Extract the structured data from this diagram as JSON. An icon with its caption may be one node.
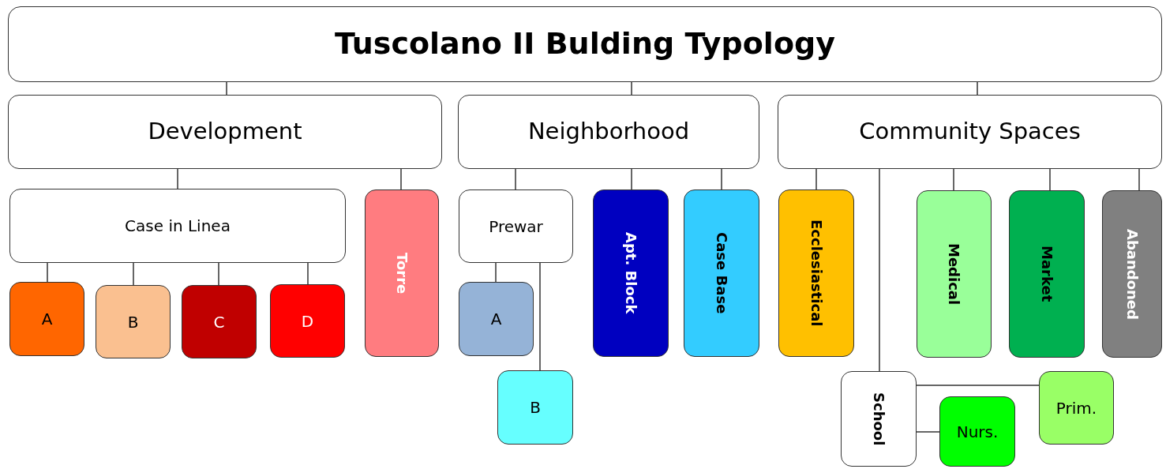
{
  "diagram": {
    "nodes": [
      {
        "text": [
          "Tuscolano II Bulding Typology"
        ]
      },
      {
        "text": [
          "Development"
        ]
      },
      {
        "text": [
          "Neighborhood"
        ]
      },
      {
        "text": [
          "Community Spaces"
        ]
      },
      {
        "text": [
          "Case in Linea"
        ]
      },
      {
        "text": [
          "A"
        ]
      },
      {
        "text": [
          "B"
        ]
      },
      {
        "text": [
          "C"
        ]
      },
      {
        "text": [
          "D"
        ]
      },
      {
        "text": [
          "Torre"
        ]
      },
      {
        "text": [
          "Prewar"
        ]
      },
      {
        "text": [
          "A"
        ]
      },
      {
        "text": [
          "B"
        ]
      },
      {
        "text": [
          "Apt. Block"
        ]
      },
      {
        "text": [
          "Case Base"
        ]
      },
      {
        "text": [
          "Ecclesiastical"
        ]
      },
      {
        "text": [
          "School"
        ]
      },
      {
        "text": [
          "Medical"
        ]
      },
      {
        "text": [
          "Market"
        ]
      },
      {
        "text": [
          "Abandoned"
        ]
      },
      {
        "text": [
          "Prim."
        ]
      },
      {
        "text": [
          "Nurs."
        ]
      }
    ],
    "edges": [
      {
        "from": 0,
        "to": 1,
        "arrow": "none"
      },
      {
        "from": 0,
        "to": 2,
        "arrow": "none"
      },
      {
        "from": 0,
        "to": 3,
        "arrow": "none"
      },
      {
        "from": 1,
        "to": 4,
        "arrow": "none"
      },
      {
        "from": 1,
        "to": 9,
        "arrow": "none"
      },
      {
        "from": 4,
        "to": 5,
        "arrow": "none"
      },
      {
        "from": 4,
        "to": 6,
        "arrow": "none"
      },
      {
        "from": 4,
        "to": 7,
        "arrow": "none"
      },
      {
        "from": 4,
        "to": 8,
        "arrow": "none"
      },
      {
        "from": 2,
        "to": 10,
        "arrow": "none"
      },
      {
        "from": 2,
        "to": 13,
        "arrow": "none"
      },
      {
        "from": 2,
        "to": 14,
        "arrow": "none"
      },
      {
        "from": 10,
        "to": 11,
        "arrow": "none"
      },
      {
        "from": 10,
        "to": 12,
        "arrow": "none"
      },
      {
        "from": 3,
        "to": 15,
        "arrow": "none"
      },
      {
        "from": 3,
        "to": 16,
        "arrow": "none"
      },
      {
        "from": 3,
        "to": 17,
        "arrow": "none"
      },
      {
        "from": 3,
        "to": 18,
        "arrow": "none"
      },
      {
        "from": 3,
        "to": 19,
        "arrow": "none"
      },
      {
        "from": 16,
        "to": 20,
        "arrow": "none"
      },
      {
        "from": 16,
        "to": 21,
        "arrow": "none"
      }
    ]
  }
}
